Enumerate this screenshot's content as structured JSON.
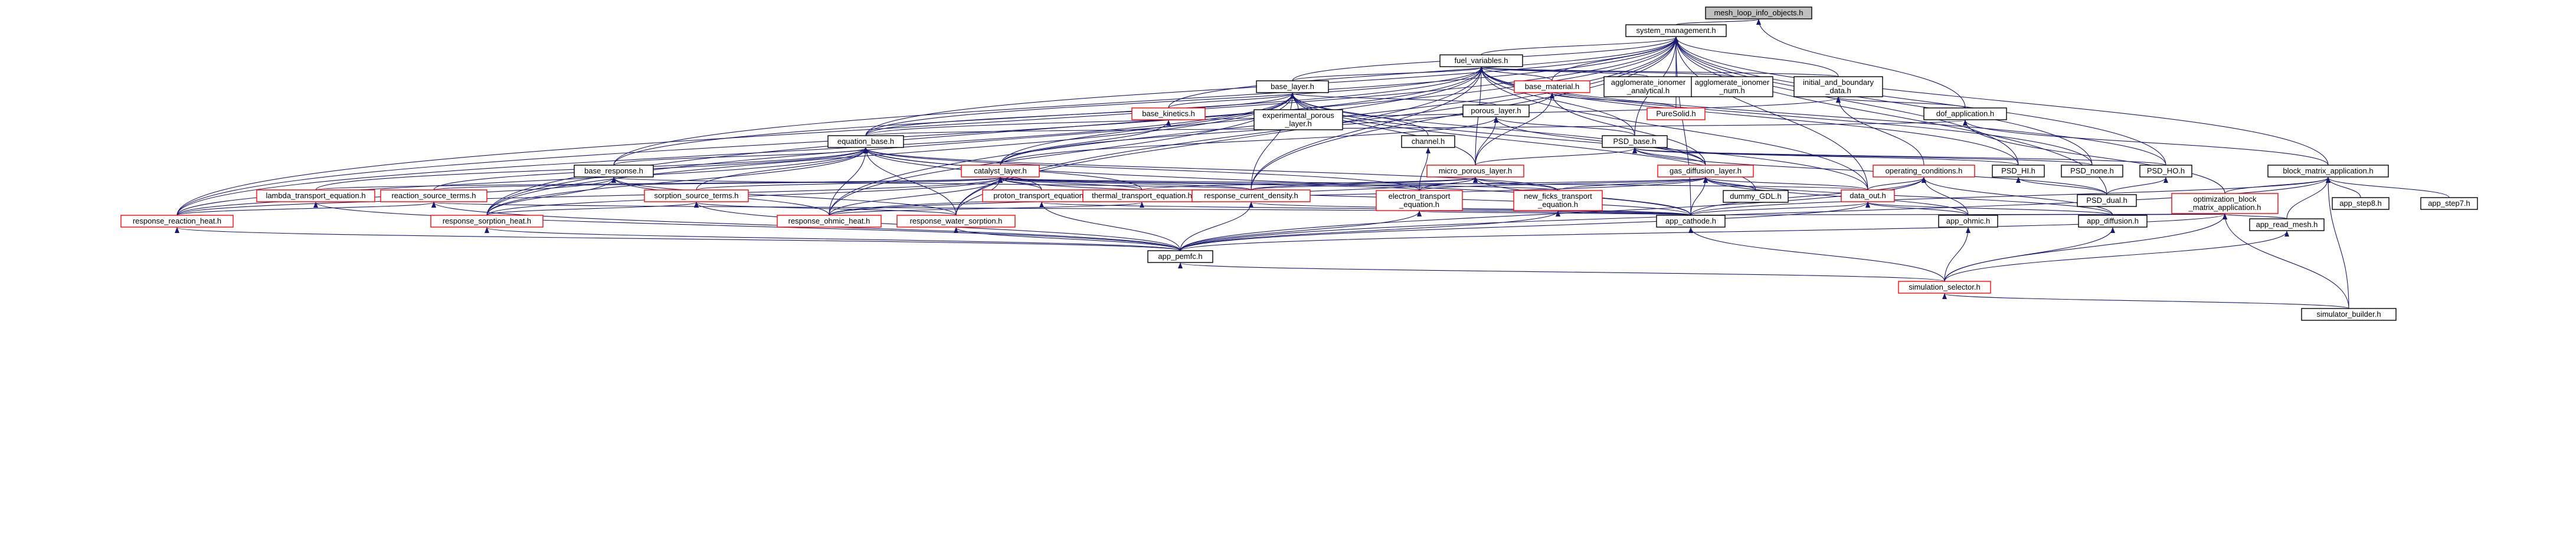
{
  "nodes": [
    {
      "id": "root",
      "label": "mesh_loop_info_objects.h",
      "style": "root"
    },
    {
      "id": "sysm",
      "label": "system_management.h",
      "style": "normal"
    },
    {
      "id": "fuel",
      "label": "fuel_variables.h",
      "style": "normal"
    },
    {
      "id": "base_layer",
      "label": "base_layer.h",
      "style": "normal"
    },
    {
      "id": "base_material",
      "label": "base_material.h",
      "style": "red"
    },
    {
      "id": "agg_anal",
      "label": "agglomerate_ionomer\n_analytical.h",
      "style": "normal"
    },
    {
      "id": "agg_num",
      "label": "agglomerate_ionomer\n_num.h",
      "style": "normal"
    },
    {
      "id": "initial",
      "label": "initial_and_boundary\n_data.h",
      "style": "normal"
    },
    {
      "id": "dof",
      "label": "dof_application.h",
      "style": "normal"
    },
    {
      "id": "base_kinetics",
      "label": "base_kinetics.h",
      "style": "red"
    },
    {
      "id": "exp_porous",
      "label": "experimental_porous\n_layer.h",
      "style": "normal"
    },
    {
      "id": "porous_layer",
      "label": "porous_layer.h",
      "style": "normal"
    },
    {
      "id": "puresolid",
      "label": "PureSolid.h",
      "style": "red"
    },
    {
      "id": "equation_base",
      "label": "equation_base.h",
      "style": "normal"
    },
    {
      "id": "channel",
      "label": "channel.h",
      "style": "normal"
    },
    {
      "id": "psd_base",
      "label": "PSD_base.h",
      "style": "normal"
    },
    {
      "id": "base_response",
      "label": "base_response.h",
      "style": "normal"
    },
    {
      "id": "catalyst_layer",
      "label": "catalyst_layer.h",
      "style": "red"
    },
    {
      "id": "micro_porous",
      "label": "micro_porous_layer.h",
      "style": "red"
    },
    {
      "id": "gas_diffusion",
      "label": "gas_diffusion_layer.h",
      "style": "red"
    },
    {
      "id": "operating",
      "label": "operating_conditions.h",
      "style": "red"
    },
    {
      "id": "psd_hi",
      "label": "PSD_HI.h",
      "style": "normal"
    },
    {
      "id": "psd_none",
      "label": "PSD_none.h",
      "style": "normal"
    },
    {
      "id": "psd_ho",
      "label": "PSD_HO.h",
      "style": "normal"
    },
    {
      "id": "block_matrix",
      "label": "block_matrix_application.h",
      "style": "normal"
    },
    {
      "id": "lambda",
      "label": "lambda_transport_equation.h",
      "style": "red"
    },
    {
      "id": "reaction_src",
      "label": "reaction_source_terms.h",
      "style": "red"
    },
    {
      "id": "sorption_src",
      "label": "sorption_source_terms.h",
      "style": "red"
    },
    {
      "id": "proton",
      "label": "proton_transport_equation.h",
      "style": "red"
    },
    {
      "id": "thermal",
      "label": "thermal_transport_equation.h",
      "style": "red"
    },
    {
      "id": "resp_current",
      "label": "response_current_density.h",
      "style": "red"
    },
    {
      "id": "electron",
      "label": "electron_transport\n_equation.h",
      "style": "red"
    },
    {
      "id": "new_ficks",
      "label": "new_ficks_transport\n_equation.h",
      "style": "red"
    },
    {
      "id": "dummy_gdl",
      "label": "dummy_GDL.h",
      "style": "normal"
    },
    {
      "id": "data_out",
      "label": "data_out.h",
      "style": "red"
    },
    {
      "id": "psd_dual",
      "label": "PSD_dual.h",
      "style": "normal"
    },
    {
      "id": "optim",
      "label": "optimization_block\n_matrix_application.h",
      "style": "red"
    },
    {
      "id": "app_step8",
      "label": "app_step8.h",
      "style": "normal"
    },
    {
      "id": "app_step7",
      "label": "app_step7.h",
      "style": "normal"
    },
    {
      "id": "resp_reaction",
      "label": "response_reaction_heat.h",
      "style": "red"
    },
    {
      "id": "resp_sorption",
      "label": "response_sorption_heat.h",
      "style": "red"
    },
    {
      "id": "resp_ohmic",
      "label": "response_ohmic_heat.h",
      "style": "red"
    },
    {
      "id": "resp_water",
      "label": "response_water_sorption.h",
      "style": "red"
    },
    {
      "id": "app_cathode",
      "label": "app_cathode.h",
      "style": "normal"
    },
    {
      "id": "app_ohmic",
      "label": "app_ohmic.h",
      "style": "normal"
    },
    {
      "id": "app_diffusion",
      "label": "app_diffusion.h",
      "style": "normal"
    },
    {
      "id": "app_read_mesh",
      "label": "app_read_mesh.h",
      "style": "normal"
    },
    {
      "id": "app_pemfc",
      "label": "app_pemfc.h",
      "style": "normal"
    },
    {
      "id": "sim_selector",
      "label": "simulation_selector.h",
      "style": "red"
    },
    {
      "id": "sim_builder",
      "label": "simulator_builder.h",
      "style": "normal"
    }
  ],
  "edges": [
    [
      "root",
      "sysm"
    ],
    [
      "root",
      "dof"
    ],
    [
      "sysm",
      "fuel"
    ],
    [
      "sysm",
      "base_layer"
    ],
    [
      "sysm",
      "base_material"
    ],
    [
      "sysm",
      "initial"
    ],
    [
      "sysm",
      "block_matrix"
    ],
    [
      "sysm",
      "equation_base"
    ],
    [
      "sysm",
      "base_response"
    ],
    [
      "sysm",
      "base_kinetics"
    ],
    [
      "sysm",
      "puresolid"
    ],
    [
      "sysm",
      "psd_base"
    ],
    [
      "sysm",
      "psd_hi"
    ],
    [
      "sysm",
      "psd_ho"
    ],
    [
      "sysm",
      "psd_none"
    ],
    [
      "sysm",
      "psd_dual"
    ],
    [
      "sysm",
      "resp_current"
    ],
    [
      "sysm",
      "resp_water"
    ],
    [
      "sysm",
      "resp_reaction"
    ],
    [
      "sysm",
      "resp_sorption"
    ],
    [
      "sysm",
      "resp_ohmic"
    ],
    [
      "sysm",
      "data_out"
    ],
    [
      "sysm",
      "app_cathode"
    ],
    [
      "fuel",
      "base_layer"
    ],
    [
      "fuel",
      "base_material"
    ],
    [
      "fuel",
      "agg_anal"
    ],
    [
      "fuel",
      "agg_num"
    ],
    [
      "fuel",
      "initial"
    ],
    [
      "fuel",
      "equation_base"
    ],
    [
      "fuel",
      "base_response"
    ],
    [
      "fuel",
      "psd_base"
    ],
    [
      "fuel",
      "psd_hi"
    ],
    [
      "fuel",
      "psd_ho"
    ],
    [
      "fuel",
      "psd_none"
    ],
    [
      "fuel",
      "resp_current"
    ],
    [
      "fuel",
      "resp_reaction"
    ],
    [
      "fuel",
      "resp_sorption"
    ],
    [
      "fuel",
      "resp_water"
    ],
    [
      "fuel",
      "micro_porous"
    ],
    [
      "fuel",
      "data_out"
    ],
    [
      "base_layer",
      "base_kinetics"
    ],
    [
      "base_layer",
      "exp_porous"
    ],
    [
      "base_layer",
      "porous_layer"
    ],
    [
      "base_layer",
      "channel"
    ],
    [
      "base_layer",
      "catalyst_layer"
    ],
    [
      "base_layer",
      "micro_porous"
    ],
    [
      "base_layer",
      "gas_diffusion"
    ],
    [
      "base_layer",
      "equation_base"
    ],
    [
      "base_layer",
      "resp_current"
    ],
    [
      "base_layer",
      "resp_ohmic"
    ],
    [
      "base_layer",
      "dummy_gdl"
    ],
    [
      "base_layer",
      "resp_reaction"
    ],
    [
      "base_layer",
      "resp_sorption"
    ],
    [
      "base_layer",
      "data_out"
    ],
    [
      "base_material",
      "puresolid"
    ],
    [
      "base_material",
      "micro_porous"
    ],
    [
      "base_material",
      "gas_diffusion"
    ],
    [
      "base_material",
      "catalyst_layer"
    ],
    [
      "initial",
      "dof"
    ],
    [
      "initial",
      "operating"
    ],
    [
      "initial",
      "equation_base"
    ],
    [
      "dof",
      "equation_base"
    ],
    [
      "dof",
      "block_matrix"
    ],
    [
      "dof",
      "optim"
    ],
    [
      "base_kinetics",
      "catalyst_layer"
    ],
    [
      "porous_layer",
      "catalyst_layer"
    ],
    [
      "porous_layer",
      "micro_porous"
    ],
    [
      "porous_layer",
      "gas_diffusion"
    ],
    [
      "porous_layer",
      "psd_base"
    ],
    [
      "channel",
      "electron"
    ],
    [
      "psd_base",
      "psd_hi"
    ],
    [
      "psd_base",
      "psd_none"
    ],
    [
      "psd_base",
      "psd_ho"
    ],
    [
      "psd_base",
      "psd_dual"
    ],
    [
      "psd_base",
      "micro_porous"
    ],
    [
      "psd_base",
      "gas_diffusion"
    ],
    [
      "equation_base",
      "lambda"
    ],
    [
      "equation_base",
      "reaction_src"
    ],
    [
      "equation_base",
      "sorption_src"
    ],
    [
      "equation_base",
      "proton"
    ],
    [
      "equation_base",
      "thermal"
    ],
    [
      "equation_base",
      "electron"
    ],
    [
      "equation_base",
      "new_ficks"
    ],
    [
      "equation_base",
      "base_response"
    ],
    [
      "equation_base",
      "resp_water"
    ],
    [
      "equation_base",
      "resp_ohmic"
    ],
    [
      "equation_base",
      "resp_reaction"
    ],
    [
      "equation_base",
      "resp_sorption"
    ],
    [
      "equation_base",
      "app_cathode"
    ],
    [
      "base_response",
      "resp_current"
    ],
    [
      "base_response",
      "resp_reaction"
    ],
    [
      "base_response",
      "resp_sorption"
    ],
    [
      "base_response",
      "resp_ohmic"
    ],
    [
      "base_response",
      "resp_water"
    ],
    [
      "catalyst_layer",
      "lambda"
    ],
    [
      "catalyst_layer",
      "reaction_src"
    ],
    [
      "catalyst_layer",
      "sorption_src"
    ],
    [
      "catalyst_layer",
      "proton"
    ],
    [
      "catalyst_layer",
      "thermal"
    ],
    [
      "catalyst_layer",
      "resp_current"
    ],
    [
      "catalyst_layer",
      "electron"
    ],
    [
      "catalyst_layer",
      "new_ficks"
    ],
    [
      "catalyst_layer",
      "resp_reaction"
    ],
    [
      "catalyst_layer",
      "resp_sorption"
    ],
    [
      "catalyst_layer",
      "resp_ohmic"
    ],
    [
      "catalyst_layer",
      "resp_water"
    ],
    [
      "catalyst_layer",
      "app_cathode"
    ],
    [
      "catalyst_layer",
      "data_out"
    ],
    [
      "micro_porous",
      "electron"
    ],
    [
      "micro_porous",
      "new_ficks"
    ],
    [
      "micro_porous",
      "resp_current"
    ],
    [
      "micro_porous",
      "thermal"
    ],
    [
      "micro_porous",
      "app_cathode"
    ],
    [
      "micro_porous",
      "resp_ohmic"
    ],
    [
      "gas_diffusion",
      "dummy_gdl"
    ],
    [
      "gas_diffusion",
      "electron"
    ],
    [
      "gas_diffusion",
      "new_ficks"
    ],
    [
      "gas_diffusion",
      "data_out"
    ],
    [
      "gas_diffusion",
      "app_cathode"
    ],
    [
      "gas_diffusion",
      "app_ohmic"
    ],
    [
      "gas_diffusion",
      "app_diffusion"
    ],
    [
      "gas_diffusion",
      "resp_current"
    ],
    [
      "gas_diffusion",
      "resp_ohmic"
    ],
    [
      "operating",
      "data_out"
    ],
    [
      "operating",
      "app_cathode"
    ],
    [
      "operating",
      "app_ohmic"
    ],
    [
      "operating",
      "app_diffusion"
    ],
    [
      "operating",
      "app_pemfc"
    ],
    [
      "psd_hi",
      "psd_dual"
    ],
    [
      "psd_ho",
      "psd_dual"
    ],
    [
      "block_matrix",
      "optim"
    ],
    [
      "block_matrix",
      "app_step8"
    ],
    [
      "block_matrix",
      "app_step7"
    ],
    [
      "block_matrix",
      "app_read_mesh"
    ],
    [
      "block_matrix",
      "app_cathode"
    ],
    [
      "block_matrix",
      "app_pemfc"
    ],
    [
      "block_matrix",
      "sim_builder"
    ],
    [
      "lambda",
      "app_pemfc"
    ],
    [
      "reaction_src",
      "resp_reaction"
    ],
    [
      "reaction_src",
      "app_pemfc"
    ],
    [
      "reaction_src",
      "app_cathode"
    ],
    [
      "sorption_src",
      "resp_sorption"
    ],
    [
      "sorption_src",
      "resp_water"
    ],
    [
      "sorption_src",
      "app_pemfc"
    ],
    [
      "proton",
      "app_pemfc"
    ],
    [
      "proton",
      "app_cathode"
    ],
    [
      "thermal",
      "resp_ohmic"
    ],
    [
      "resp_current",
      "app_cathode"
    ],
    [
      "resp_current",
      "app_pemfc"
    ],
    [
      "electron",
      "app_cathode"
    ],
    [
      "electron",
      "app_pemfc"
    ],
    [
      "new_ficks",
      "app_cathode"
    ],
    [
      "new_ficks",
      "app_pemfc"
    ],
    [
      "data_out",
      "app_cathode"
    ],
    [
      "data_out",
      "app_ohmic"
    ],
    [
      "data_out",
      "app_diffusion"
    ],
    [
      "data_out",
      "app_pemfc"
    ],
    [
      "optim",
      "app_cathode"
    ],
    [
      "optim",
      "app_ohmic"
    ],
    [
      "optim",
      "app_diffusion"
    ],
    [
      "optim",
      "app_read_mesh"
    ],
    [
      "optim",
      "app_pemfc"
    ],
    [
      "optim",
      "sim_selector"
    ],
    [
      "optim",
      "sim_builder"
    ],
    [
      "resp_water",
      "app_pemfc"
    ],
    [
      "resp_reaction",
      "app_pemfc"
    ],
    [
      "resp_sorption",
      "app_pemfc"
    ],
    [
      "app_cathode",
      "sim_selector"
    ],
    [
      "app_ohmic",
      "sim_selector"
    ],
    [
      "app_diffusion",
      "sim_selector"
    ],
    [
      "app_read_mesh",
      "sim_selector"
    ],
    [
      "app_pemfc",
      "sim_selector"
    ],
    [
      "sim_selector",
      "sim_builder"
    ]
  ],
  "colors": {
    "edge": "#191970",
    "node_border": "#000000",
    "node_border_highlight": "#ff0000",
    "root_fill": "#bfbfbf"
  }
}
